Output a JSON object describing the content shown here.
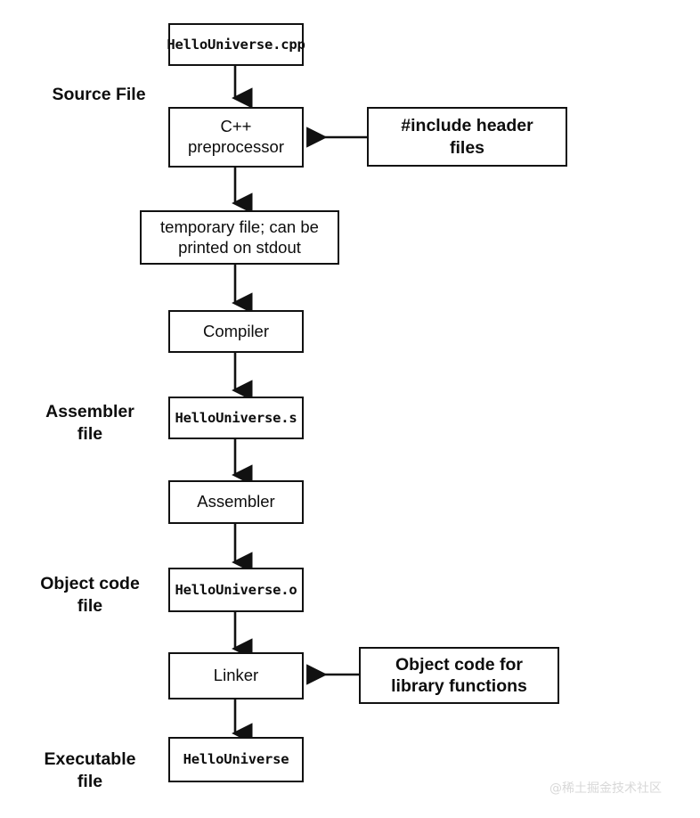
{
  "diagram": {
    "title": "C++ compilation pipeline",
    "colors": {
      "stroke": "#111111",
      "background": "#ffffff",
      "text": "#0d0d0d",
      "watermark": "#d8d8d8"
    },
    "stage_labels": [
      {
        "id": "source-file",
        "text": "Source File"
      },
      {
        "id": "assembler-file",
        "text": "Assembler\nfile"
      },
      {
        "id": "object-code-file",
        "text": "Object code\nfile"
      },
      {
        "id": "executable-file",
        "text": "Executable\nfile"
      }
    ],
    "nodes": [
      {
        "id": "hellouniverse-cpp",
        "kind": "file",
        "text": "HelloUniverse.cpp"
      },
      {
        "id": "cpp-preprocessor",
        "kind": "stage",
        "text": "C++\npreprocessor"
      },
      {
        "id": "temporary-file",
        "kind": "stage",
        "text": "temporary file; can be\nprinted on stdout"
      },
      {
        "id": "compiler",
        "kind": "stage",
        "text": "Compiler"
      },
      {
        "id": "hellouniverse-s",
        "kind": "file",
        "text": "HelloUniverse.s"
      },
      {
        "id": "assembler",
        "kind": "stage",
        "text": "Assembler"
      },
      {
        "id": "hellouniverse-o",
        "kind": "file",
        "text": "HelloUniverse.o"
      },
      {
        "id": "linker",
        "kind": "stage",
        "text": "Linker"
      },
      {
        "id": "hellouniverse",
        "kind": "file",
        "text": "HelloUniverse"
      },
      {
        "id": "include-header-files",
        "kind": "side",
        "text": "#include header\nfiles"
      },
      {
        "id": "object-code-library",
        "kind": "side",
        "text": "Object code for\nlibrary functions"
      }
    ],
    "watermark": {
      "text": "@稀土掘金技术社区"
    }
  }
}
